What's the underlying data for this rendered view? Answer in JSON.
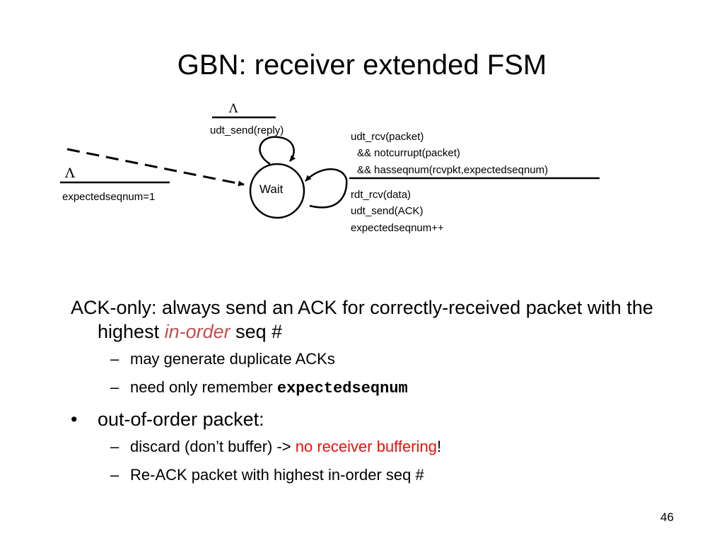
{
  "slide": {
    "title": "GBN: receiver extended FSM",
    "page_number": "46"
  },
  "fsm": {
    "state_label": "Wait",
    "init_event": "Λ",
    "init_action": "expectedseqnum=1",
    "self_loop_top": {
      "event": "Λ",
      "action": "udt_send(reply)"
    },
    "self_loop_right": {
      "event_lines": [
        "udt_rcv(packet)",
        "&& notcurrupt(packet)",
        "&& hasseqnum(rcvpkt,expectedseqnum)"
      ],
      "action_lines": [
        "rdt_rcv(data)",
        "udt_send(ACK)",
        "expectedseqnum++"
      ]
    }
  },
  "bullets": {
    "ack_only": {
      "text_before": "ACK-only: always send an ACK for correctly-received packet with the highest ",
      "highlight": "in-order",
      "text_after": " seq #",
      "sub": [
        {
          "text": "may generate duplicate ACKs"
        },
        {
          "text": "need only remember ",
          "code": "expectedseqnum"
        }
      ]
    },
    "out_of_order": {
      "marker": "•",
      "text": "out-of-order packet:",
      "sub": [
        {
          "text_before": "discard (don’t buffer) -> ",
          "highlight": "no receiver buffering",
          "text_after": "!"
        },
        {
          "text": "Re-ACK packet with highest in-order seq #"
        }
      ]
    },
    "dash": "–"
  },
  "colors": {
    "text": "#000000",
    "highlight_italic": "#c0504d",
    "highlight_red": "#e8120c",
    "background": "#ffffff"
  }
}
